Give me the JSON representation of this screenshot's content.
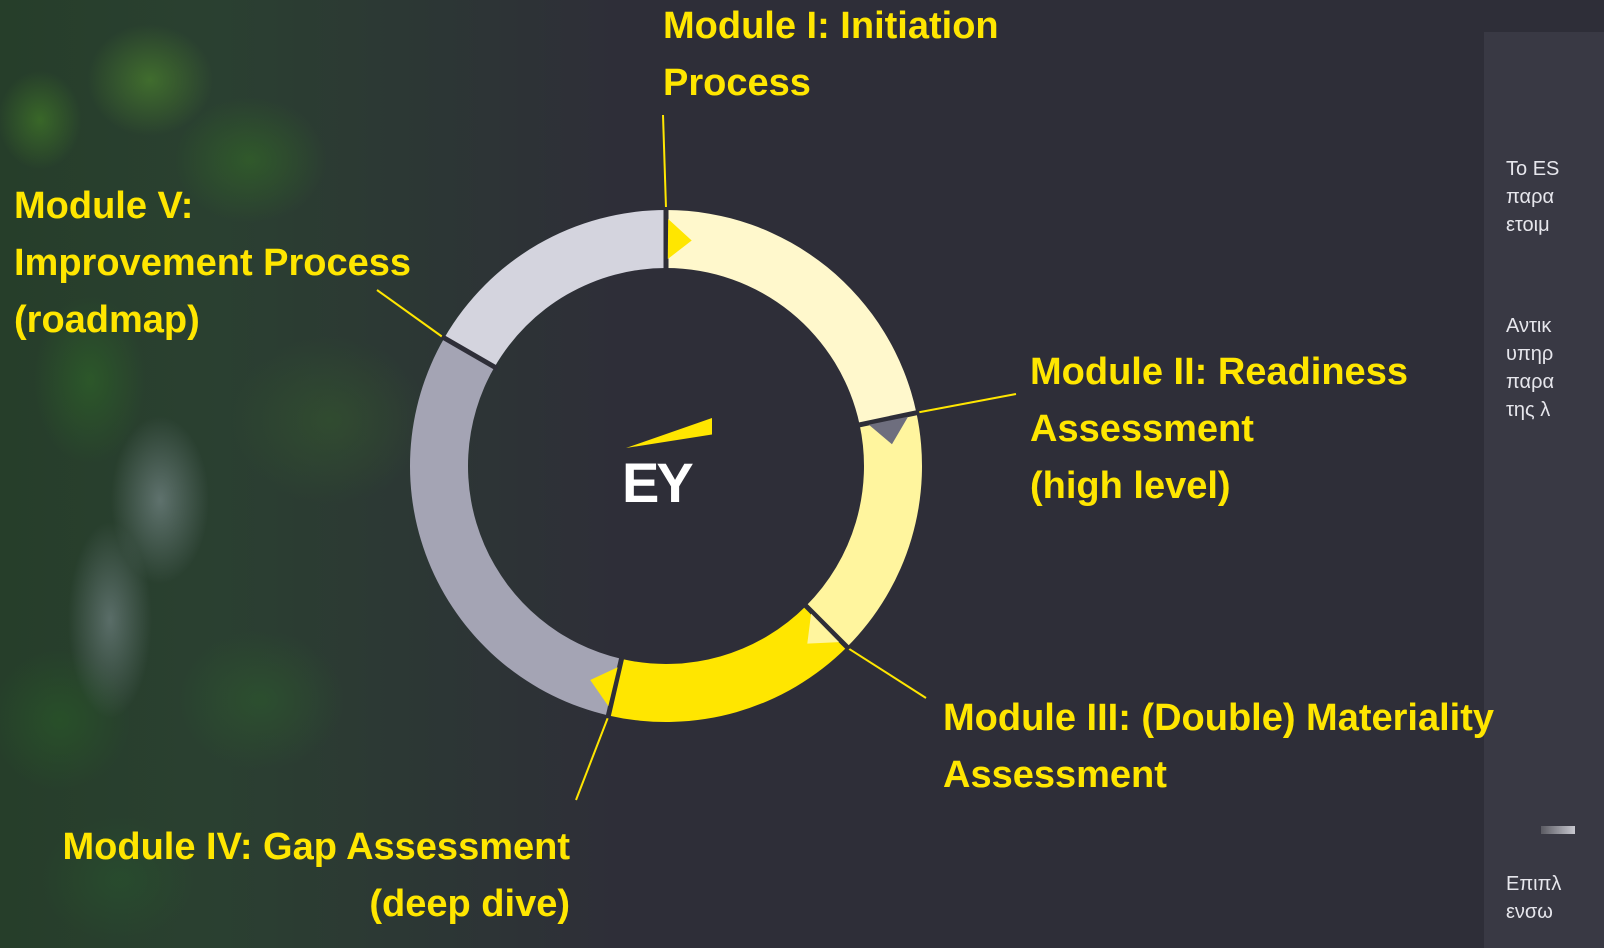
{
  "logo": {
    "text": "EY"
  },
  "modules": [
    {
      "id": "I",
      "label": "Module I: Initiation\nProcess",
      "color": "#fff8cc"
    },
    {
      "id": "II",
      "label": "Module II: Readiness\nAssessment\n(high level)",
      "color": "#fff59e"
    },
    {
      "id": "III",
      "label": "Module III: (Double) Materiality\nAssessment",
      "color": "#ffe600"
    },
    {
      "id": "IV",
      "label": "Module IV: Gap Assessment\n(deep dive)",
      "color": "#a4a4b4"
    },
    {
      "id": "V",
      "label": "Module V:\nImprovement Process\n(roadmap)",
      "color": "#d4d4de"
    }
  ],
  "side_panel": {
    "text_1": "Το ES\nπαρα\nετοιμ",
    "text_2": "Αντικ\nυπηρ\nπαρα\nτης λ",
    "text_3": "Επιπλ\nενσω"
  },
  "colors": {
    "accent": "#ffe600",
    "background": "#2e2e38",
    "separator": "#2e2e38",
    "arrow_dark": "#6e6e7e"
  }
}
